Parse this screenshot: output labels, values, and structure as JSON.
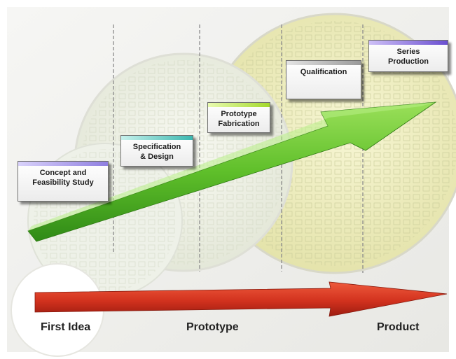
{
  "stages": [
    {
      "label": "Concept and\nFeasibility Study",
      "accent": "#8f7fe0"
    },
    {
      "label": "Specification\n& Design",
      "accent": "#3bb8b0"
    },
    {
      "label": "Prototype\nFabrication",
      "accent": "#a3d92a"
    },
    {
      "label": "Qualification",
      "accent": "#9a9a9a"
    },
    {
      "label": "Series\nProduction",
      "accent": "#6a4fd0"
    }
  ],
  "timeline": {
    "labels": [
      "First Idea",
      "Prototype",
      "Product"
    ]
  },
  "colors": {
    "green_arrow": "#5fbf2a",
    "red_arrow": "#d2321e",
    "large_circle": "#f2f0c6",
    "small_circle": "#eef0e6",
    "divider": "#8a8a8a"
  }
}
